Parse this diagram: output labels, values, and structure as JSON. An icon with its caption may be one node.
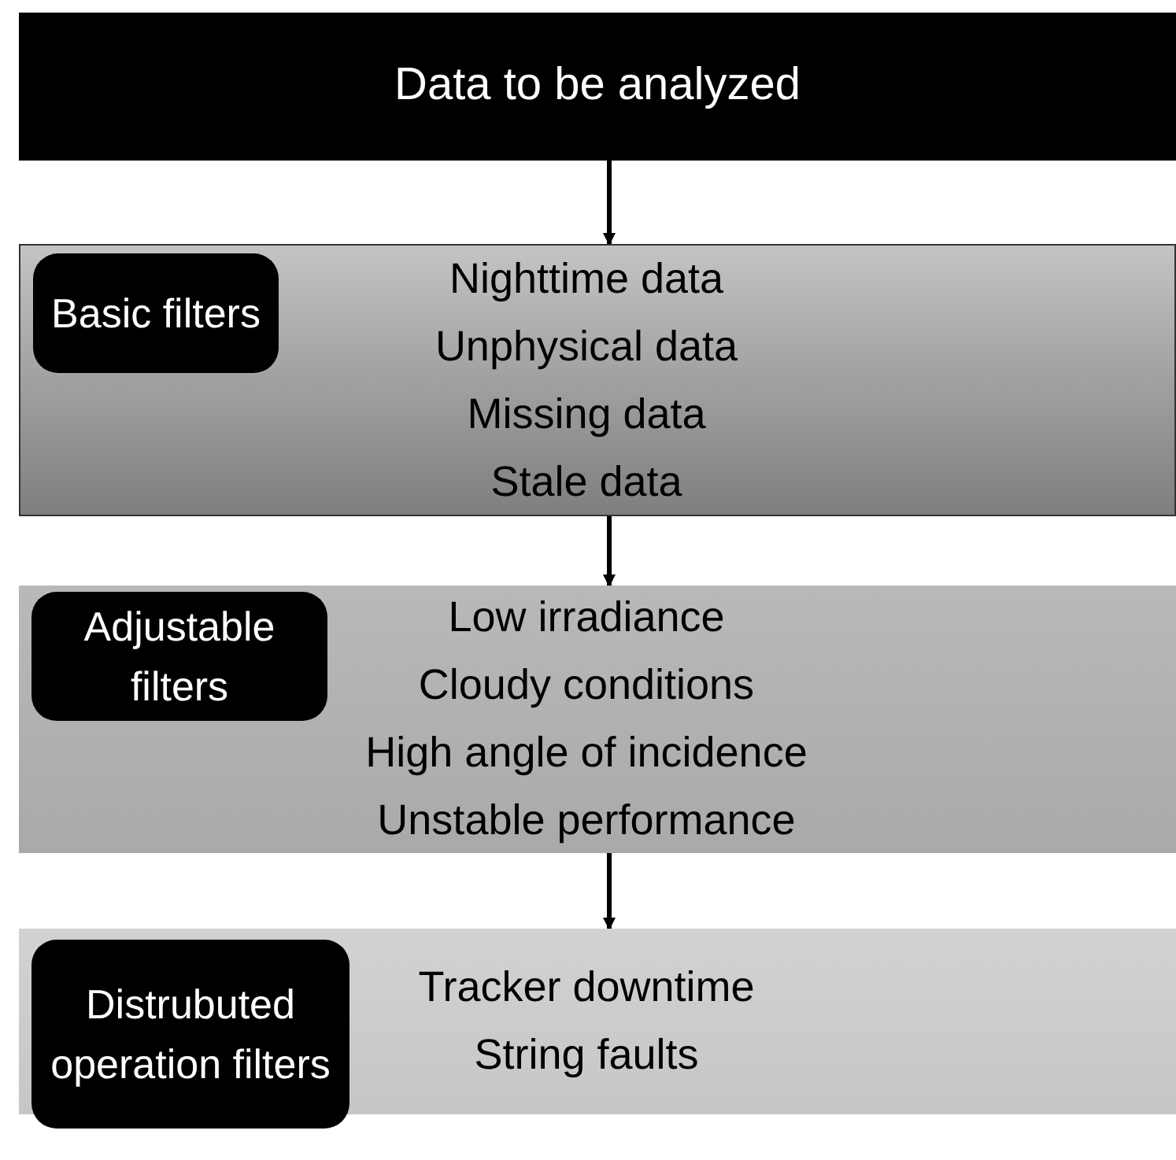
{
  "diagram": {
    "nodes": [
      {
        "text": [
          "Data to be analyzed"
        ]
      },
      {
        "text": [
          "Nighttime data",
          "Unphysical data",
          "Missing data",
          "Stale data"
        ]
      },
      {
        "text": [
          "Basic filters"
        ],
        "in": 1
      },
      {
        "text": [
          "Low irradiance",
          "Cloudy conditions",
          "High angle of incidence",
          "Unstable performance"
        ]
      },
      {
        "text": [
          "Adjustable filters"
        ],
        "in": 3
      },
      {
        "text": [
          "Tracker downtime",
          "String faults"
        ]
      },
      {
        "text": [
          "Distrubuted operation filters"
        ],
        "in": 5
      }
    ],
    "edges": [
      {
        "from": 0,
        "to": 1,
        "arrow": "to"
      },
      {
        "from": 1,
        "to": 3,
        "arrow": "to"
      },
      {
        "from": 3,
        "to": 5,
        "arrow": "to"
      }
    ]
  }
}
